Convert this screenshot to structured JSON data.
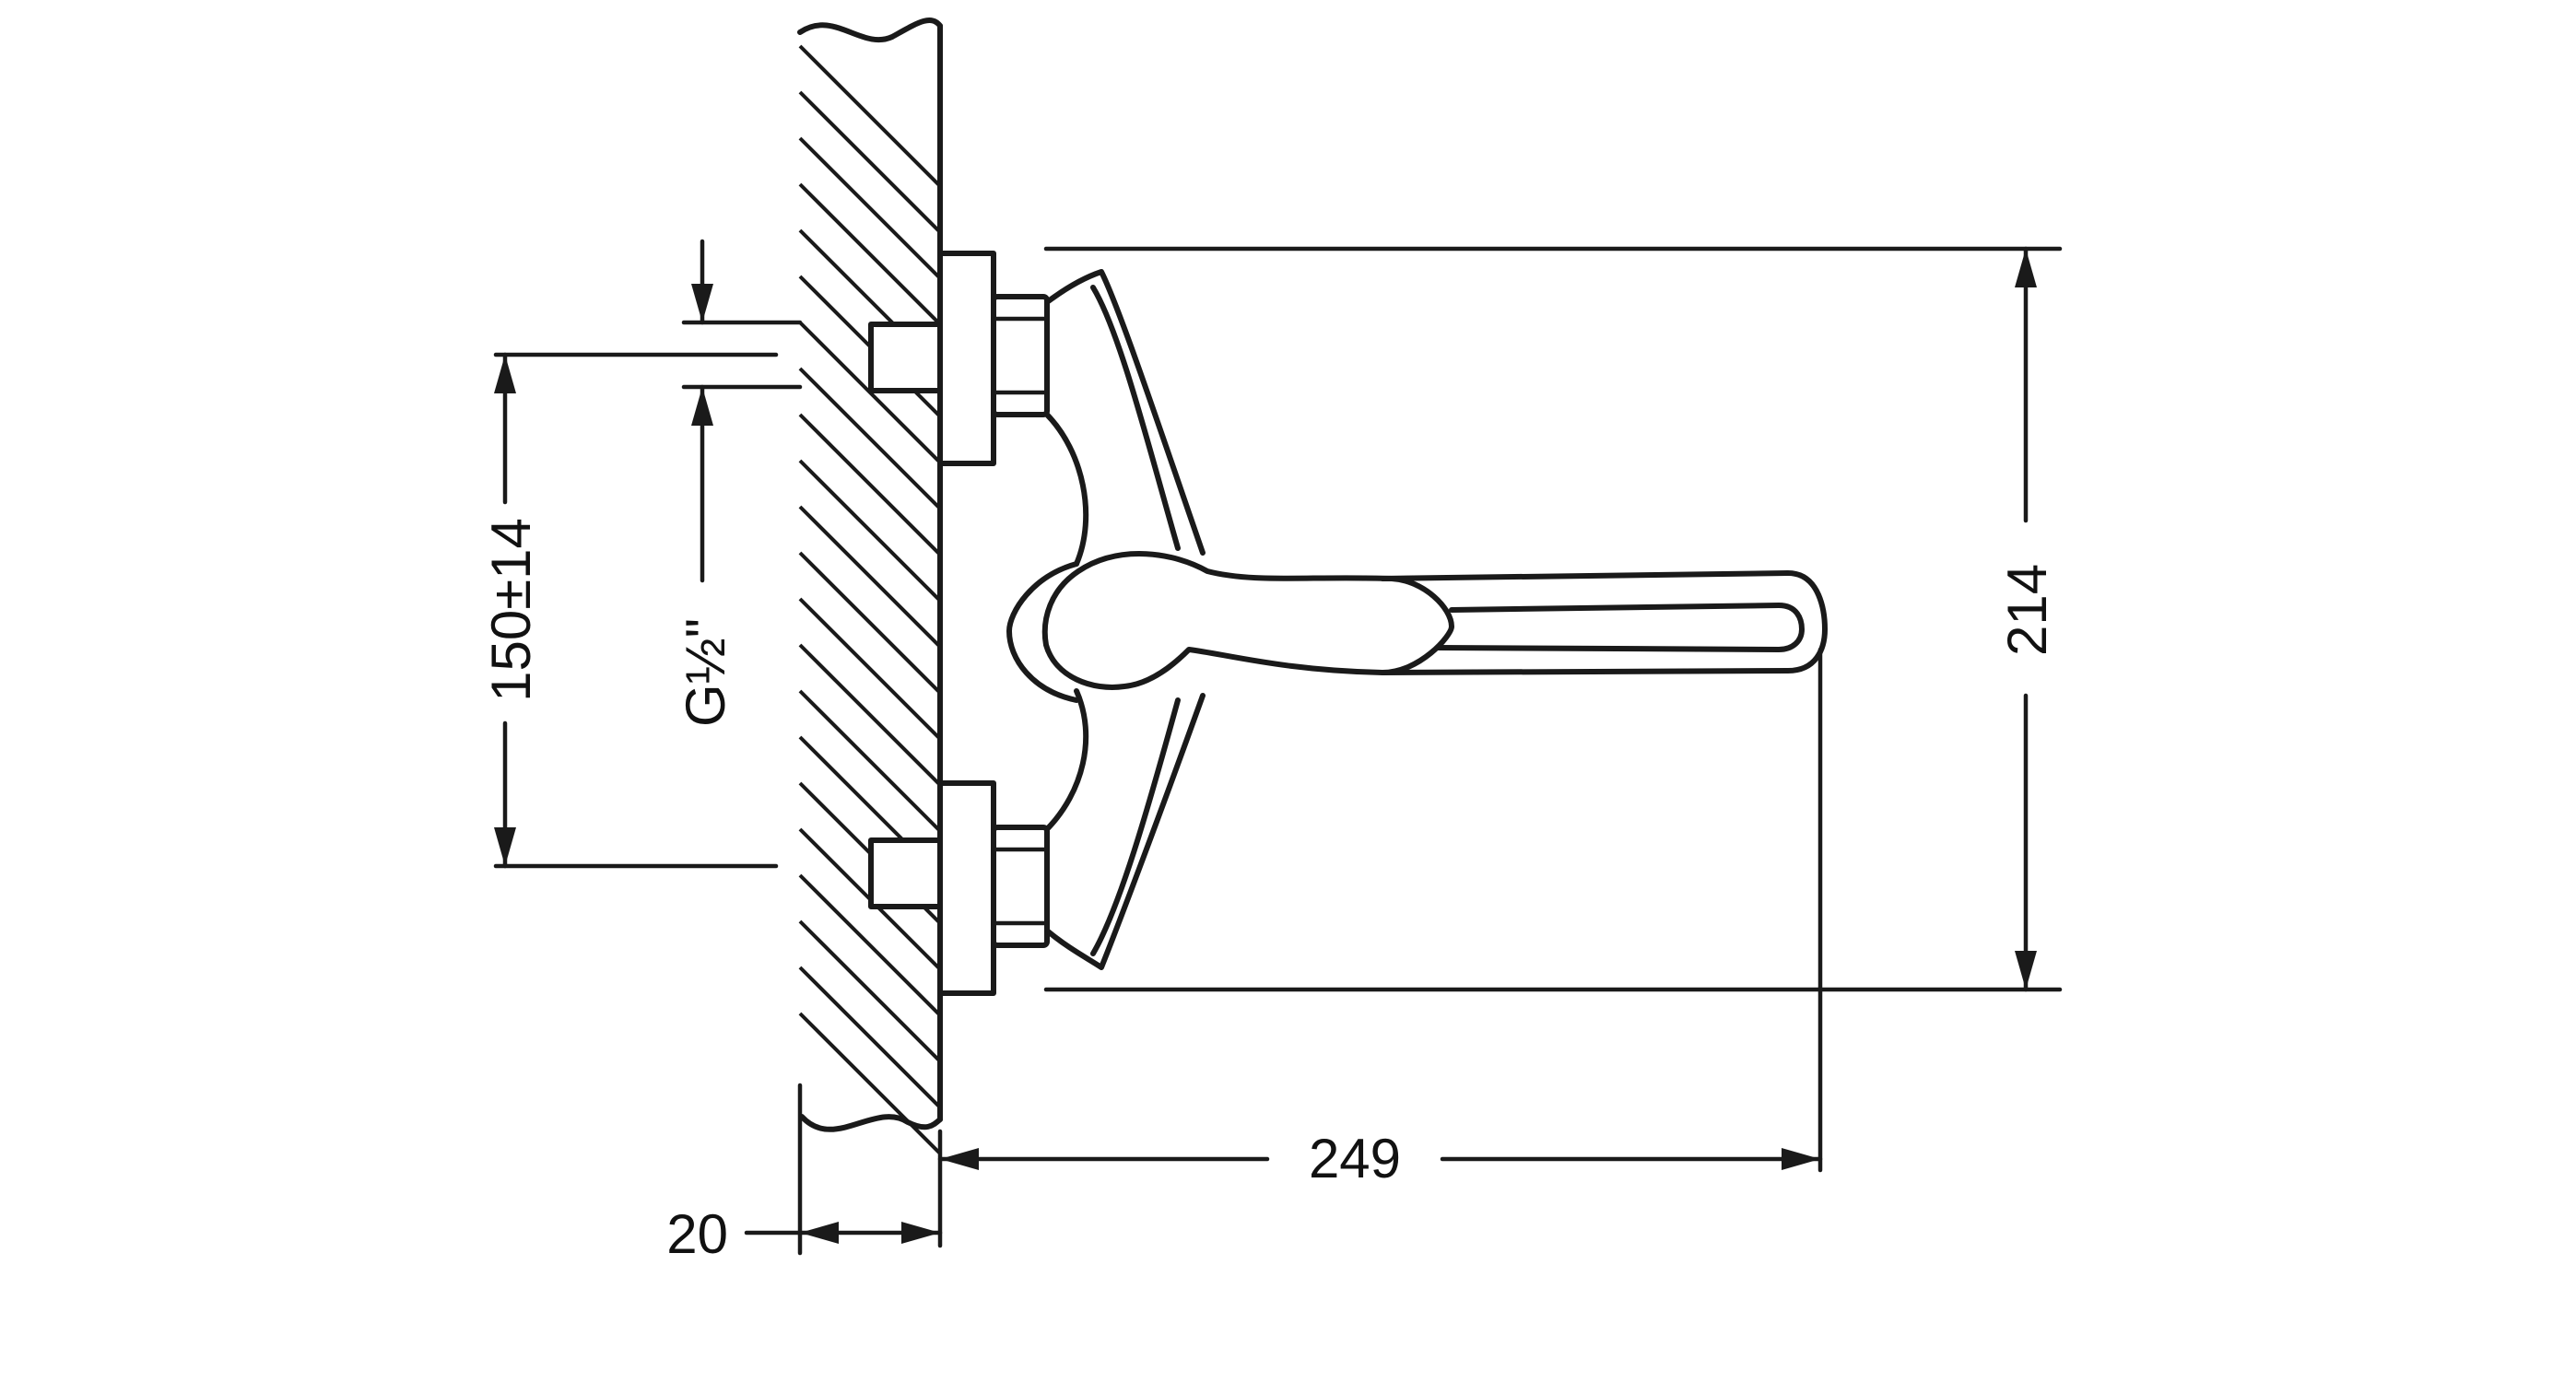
{
  "dimensions": {
    "overall_height": "214",
    "projection": "249",
    "connection_spacing": "150±14",
    "thread": "G½\"",
    "wall_offset": "20"
  }
}
